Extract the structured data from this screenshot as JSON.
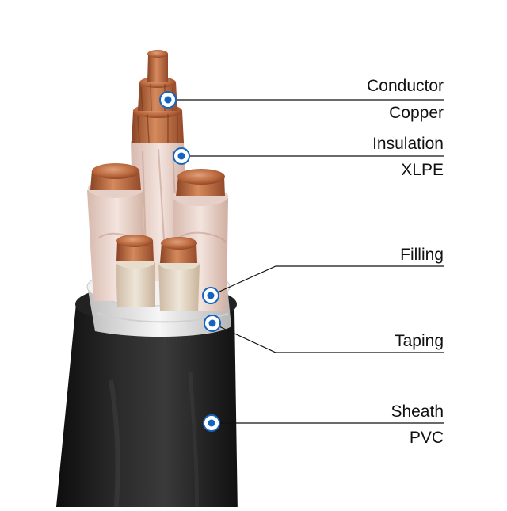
{
  "labels": {
    "conductor": "Conductor",
    "copper": "Copper",
    "insulation": "Insulation",
    "xlpe": "XLPE",
    "filling": "Filling",
    "taping": "Taping",
    "sheath": "Sheath",
    "pvc": "PVC"
  },
  "colors": {
    "marker": "#1565c0",
    "leader": "#111111",
    "sheath": "#1c1c1c",
    "copper": "#b8653a",
    "insulation": "#e9d6cf",
    "filling": "#ececec"
  }
}
